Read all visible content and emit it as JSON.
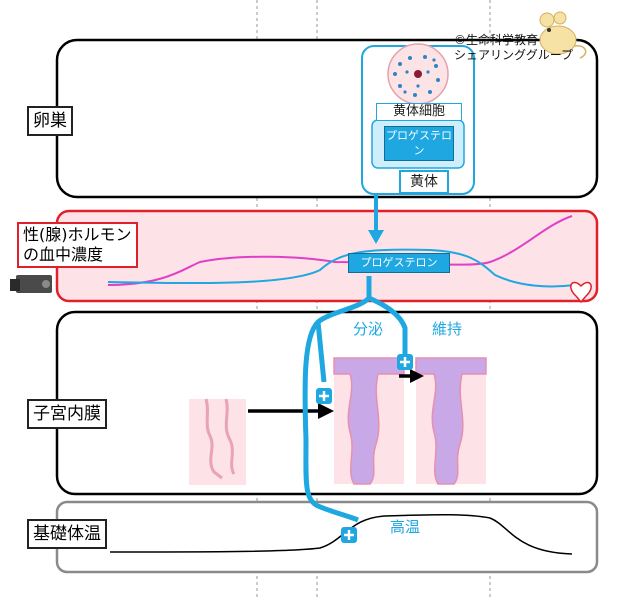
{
  "credit": {
    "line1": "©生命科学教育",
    "line2": "シェアリンググループ"
  },
  "sections": {
    "ovary": "卵巣",
    "hormone_line1": "性(腺)ホルモン",
    "hormone_line2": "の血中濃度",
    "endometrium": "子宮内膜",
    "bbt": "基礎体温"
  },
  "corpus_luteum": {
    "cell_label": "黄体細胞",
    "box_label": "黄体",
    "progesterone_box": "プロゲステロン"
  },
  "hormone_panel": {
    "progesterone_label": "プロゲステロン"
  },
  "effects": {
    "secretion": "分泌",
    "maintain": "維持",
    "high_temp": "高温"
  },
  "colors": {
    "progesterone": "#1ea7e0",
    "estrogen": "#e040c8",
    "hormone_border": "#e0202a",
    "hormone_fill": "#fde2e7",
    "endometrium_pink": "#f3b6c8",
    "endometrium_lilac": "#c9a8e8"
  }
}
